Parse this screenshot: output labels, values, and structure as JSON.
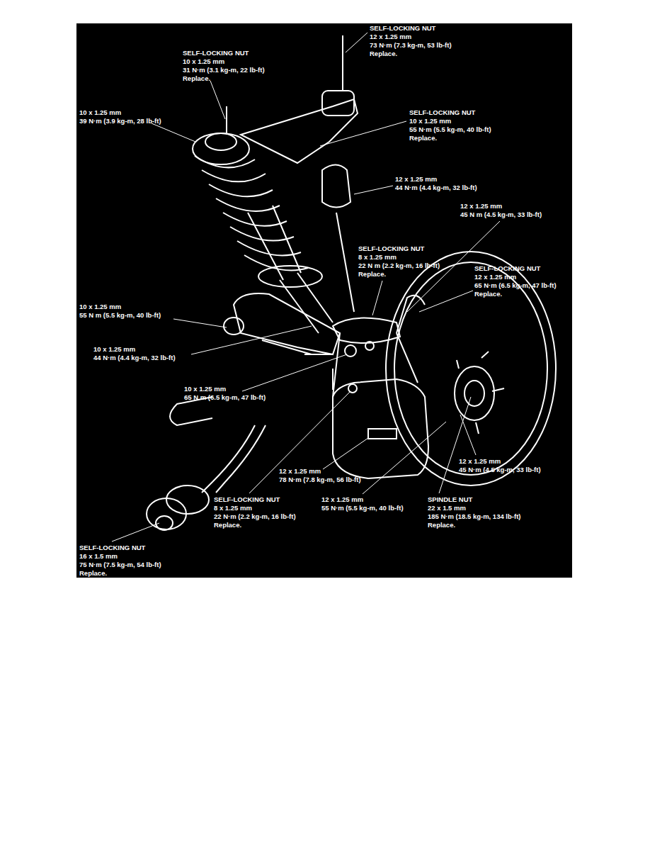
{
  "diagram": {
    "labels": [
      "SELF-LOCKING NUT",
      "12 x 1.25 mm",
      "73 N·m (7.3 kg-m, 53 lb-ft)",
      "Replace.",
      "SELF-LOCKING NUT",
      "10 x 1.25 mm",
      "31 N·m (3.1 kg-m, 22 lb-ft)",
      "Replace.",
      "10 x 1.25 mm",
      "39 N·m (3.9 kg-m, 28 lb-ft)",
      "SELF-LOCKING NUT",
      "10 x 1.25 mm",
      "55 N·m (5.5 kg-m, 40 lb-ft)",
      "Replace.",
      "12 x 1.25 mm",
      "44 N·m (4.4 kg-m, 32 lb-ft)",
      "12 x 1.25 mm",
      "45 N m (4.5 kg-m, 33 lb-ft)",
      "SELF-LOCKING NUT",
      "8 x 1.25 mm",
      "22 N m (2.2 kg-m, 16 lb-ft)",
      "Replace.",
      "SELF-LOCKING NUT",
      "12 x 1.25 mm",
      "65 N·m (6.5 kg-m, 47 lb-ft)",
      "Replace.",
      "10 x 1.25 mm",
      "55 N m (5.5 kg-m, 40 lb-ft)",
      "10 x 1.25 mm",
      "44 N·m (4.4 kg-m, 32 lb-ft)",
      "10 x 1.25 mm",
      "65 N m (6.5 kg-m, 47 lb-ft)",
      "12 x 1.25 mm",
      "45 N·m (4.5 kg-m, 33 lb-ft)",
      "12 x 1.25 mm",
      "78 N·m (7.8 kg-m, 56 lb-ft)",
      "SELF-LOCKING NUT",
      "8 x 1.25 mm",
      "22 N·m (2.2 kg-m, 16 lb-ft)",
      "Replace.",
      "12 x 1.25 mm",
      "55 N·m (5.5 kg-m, 40 lb-ft)",
      "SPINDLE NUT",
      "22 x 1.5 mm",
      "185 N·m (18.5 kg-m, 134 lb-ft)",
      "Replace.",
      "SELF-LOCKING NUT",
      "16 x 1.5 mm",
      "75 N·m (7.5 kg-m, 54 lb-ft)",
      "Replace."
    ]
  }
}
